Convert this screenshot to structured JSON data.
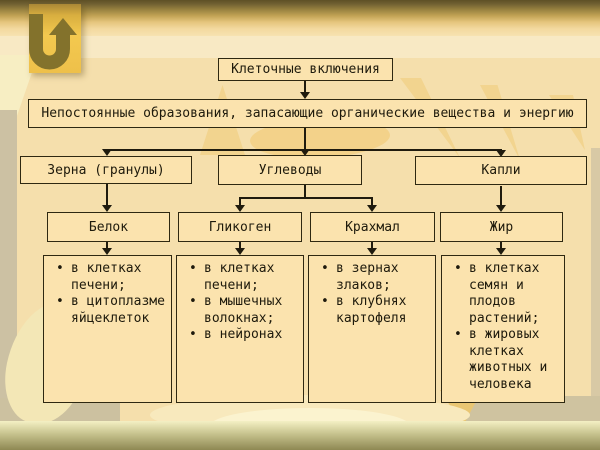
{
  "colors": {
    "box_fill": "#fbe3ae",
    "box_border": "#2e2811",
    "background_cream": "#f5dfac",
    "accent_gold": "#f0c64e",
    "icon_glyph_color": "#83722c",
    "connector_color": "#1f1b0e"
  },
  "nav": {
    "return_button": {
      "icon": "u-turn-arrow-icon"
    }
  },
  "diagram": {
    "title": "Клеточные включения",
    "definition": "Непостоянные образования, запасающие органические вещества и энергию",
    "groups": [
      {
        "label": "Зерна (гранулы)"
      },
      {
        "label": "Углеводы"
      },
      {
        "label": "Капли"
      }
    ],
    "substances": [
      {
        "label": "Белок"
      },
      {
        "label": "Гликоген"
      },
      {
        "label": "Крахмал"
      },
      {
        "label": "Жир"
      }
    ],
    "locations": [
      {
        "items": [
          "в клетках печени;",
          "в цитоплазме яйцеклеток"
        ]
      },
      {
        "items": [
          "в клетках печени;",
          "в мышечных волокнах;",
          "в нейронах"
        ]
      },
      {
        "items": [
          "в зернах злаков;",
          "в клубнях картофеля"
        ]
      },
      {
        "items": [
          "в клетках семян и плодов растений;",
          "в жировых клетках животных и человека"
        ]
      }
    ]
  }
}
